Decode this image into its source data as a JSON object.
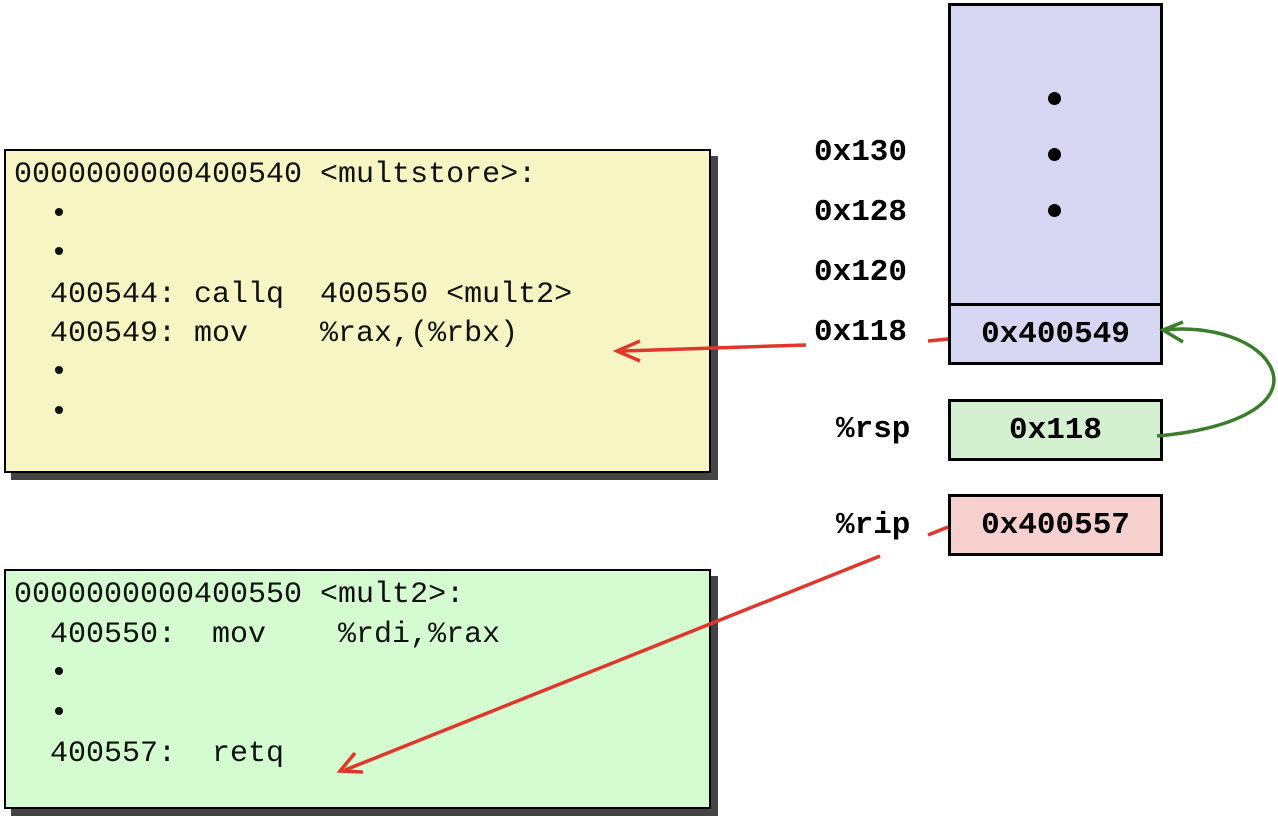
{
  "multstore": {
    "lines": [
      "0000000000400540 <multstore>:",
      "  •",
      "  •",
      "  400544: callq  400550 <mult2>",
      "  400549: mov    %rax,(%rbx)",
      "  •",
      "  •"
    ]
  },
  "mult2": {
    "lines": [
      "0000000000400550 <mult2>:",
      "  400550:  mov    %rdi,%rax",
      "  •",
      "  •",
      "  400557:  retq"
    ]
  },
  "stack": {
    "addresses": [
      "0x130",
      "0x128",
      "0x120",
      "0x118"
    ],
    "return_address": "0x400549"
  },
  "registers": {
    "rsp": {
      "label": "%rsp",
      "value": "0x118"
    },
    "rip": {
      "label": "%rip",
      "value": "0x400557"
    }
  },
  "colors": {
    "red_arrow": "#e0362b",
    "green_arrow": "#3b7d2a",
    "code_yellow": "#f6f5c3",
    "code_green": "#d5fbd0",
    "stack_purple": "#d7d7f3",
    "rsp_green": "#d5f0d0",
    "rip_red": "#f6cfcf"
  }
}
